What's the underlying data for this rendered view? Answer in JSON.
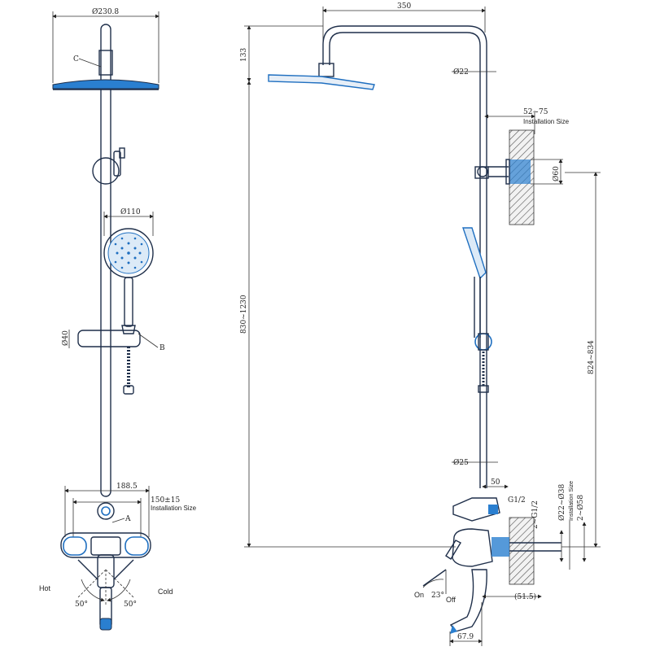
{
  "front_view": {
    "head_diameter": "Ø230.8",
    "label_c": "C",
    "hand_shower_diameter": "Ø110",
    "bar_diameter": "Ø40",
    "label_b": "B",
    "label_a": "A",
    "mixer_width": "188.5",
    "centers": "150±15",
    "installation_size": "Installation Size",
    "hot_label": "Hot",
    "cold_label": "Cold",
    "hot_angle": "50°",
    "cold_angle": "50°"
  },
  "side_view": {
    "arm_length": "350",
    "head_height": "133",
    "pipe_diameter": "Ø22",
    "bracket_range": "52~75",
    "bracket_installation": "Installation Size",
    "bracket_diameter": "Ø60",
    "total_height": "830~1230",
    "lower_pipe_diameter": "Ø25",
    "outlet_offset": "50",
    "thread_top": "G1/2",
    "thread_side": "2~G1/2",
    "escutcheon_range": "Ø22~Ø38",
    "escutcheon_installation": "Installation Size",
    "escutcheon_diameter": "2~Ø58",
    "wall_height": "824~834",
    "on_label": "On",
    "off_label": "Off",
    "lever_angle": "23°",
    "spout_projection": "(51.5)",
    "spout_depth": "67.9"
  },
  "colors": {
    "line": "#1f2f4a",
    "accent_blue": "#1f6fc0",
    "wall_hatch": "#555555"
  }
}
